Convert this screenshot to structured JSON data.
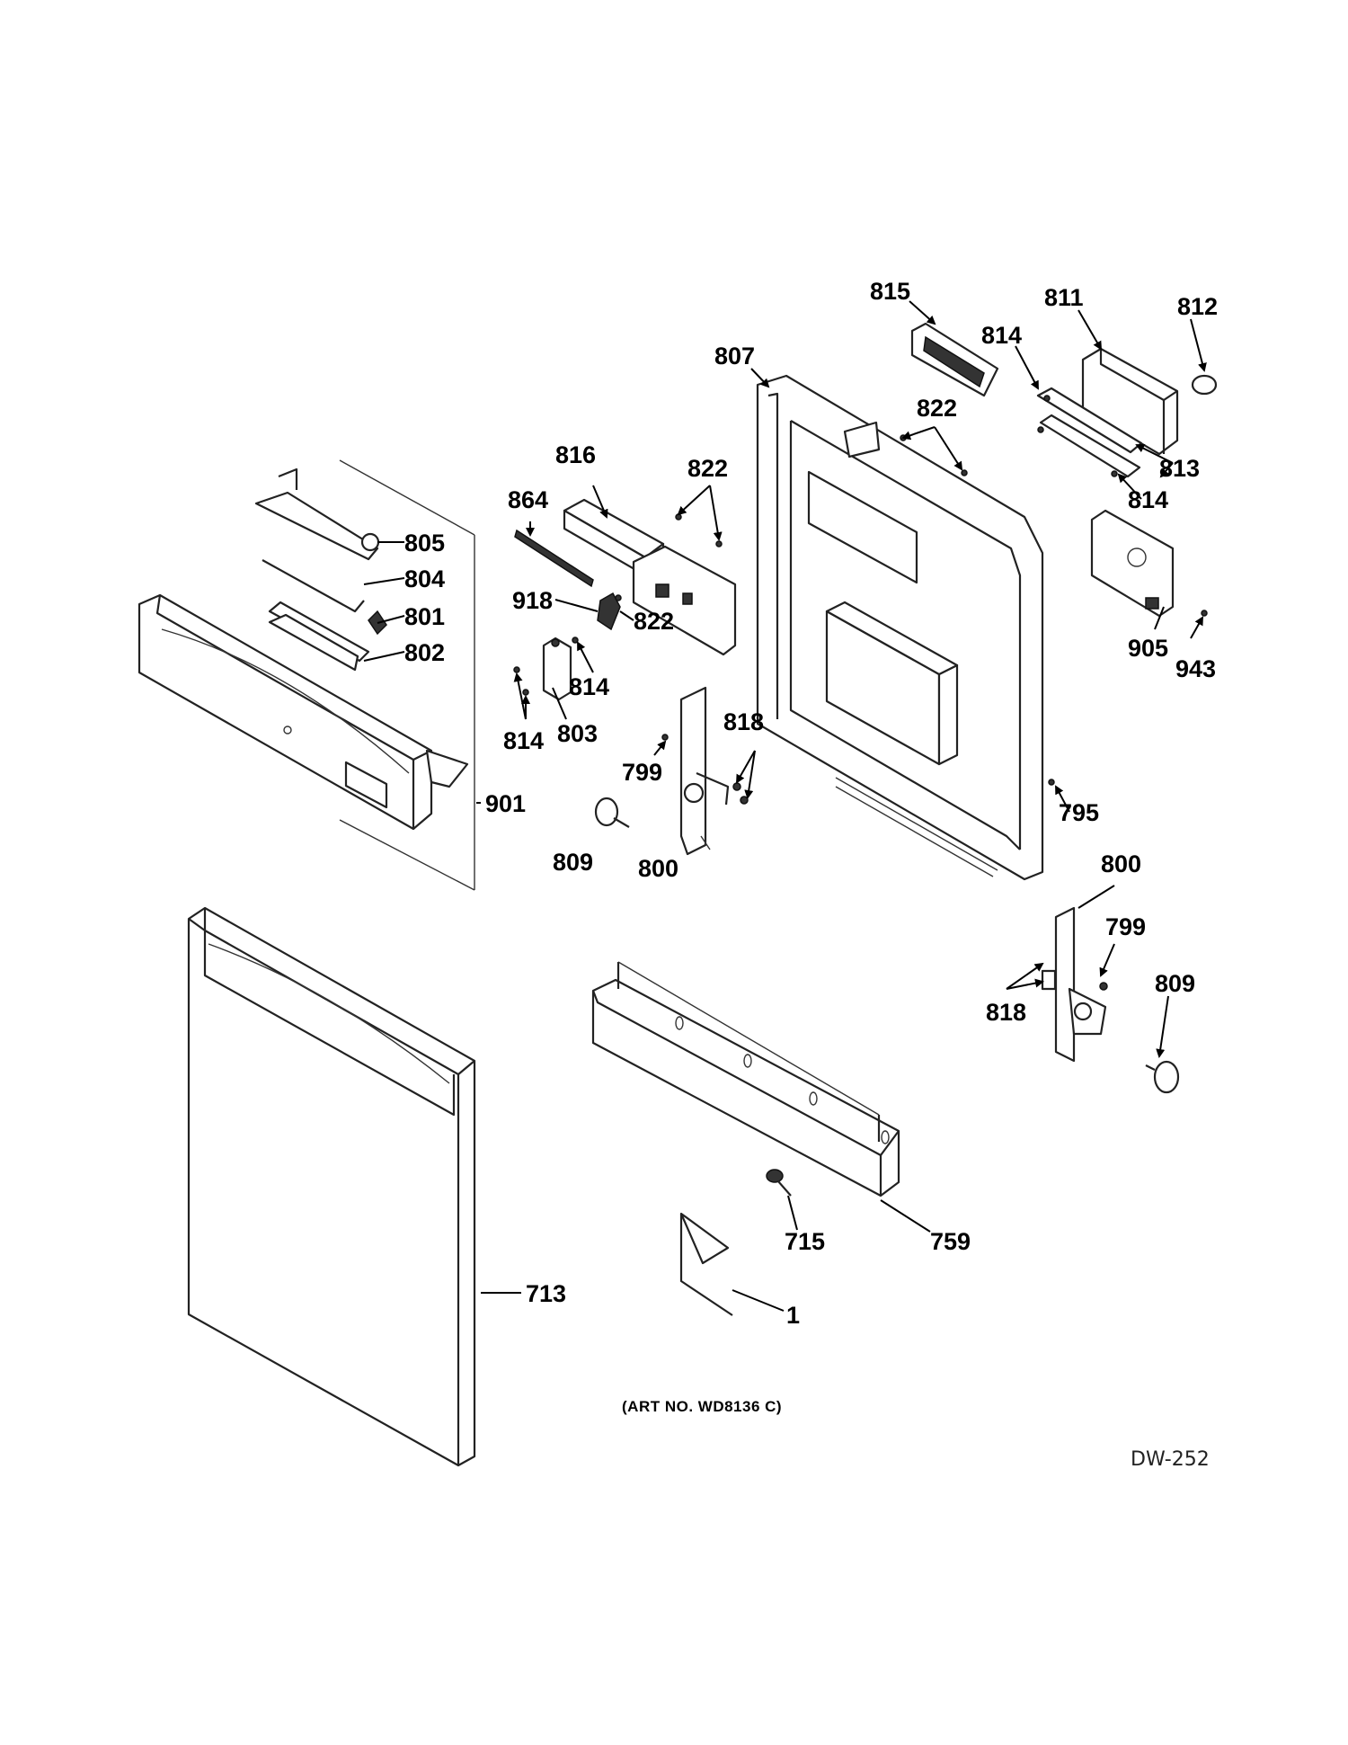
{
  "callouts": {
    "c815": "815",
    "c811": "811",
    "c812": "812",
    "c807": "807",
    "c814a": "814",
    "c822a": "822",
    "c813": "813",
    "c814b": "814",
    "c816": "816",
    "c822b": "822",
    "c864": "864",
    "c805": "805",
    "c804": "804",
    "c801": "801",
    "c802": "802",
    "c918": "918",
    "c822c": "822",
    "c814c": "814",
    "c814d": "814",
    "c803": "803",
    "c905": "905",
    "c943": "943",
    "c818a": "818",
    "c799a": "799",
    "c901": "901",
    "c809a": "809",
    "c800a": "800",
    "c795": "795",
    "c800b": "800",
    "c799b": "799",
    "c818b": "818",
    "c809b": "809",
    "c715": "715",
    "c759": "759",
    "c713": "713",
    "c1": "1"
  },
  "caption": "(ART NO. WD8136 C)",
  "doc_id": "DW-252"
}
